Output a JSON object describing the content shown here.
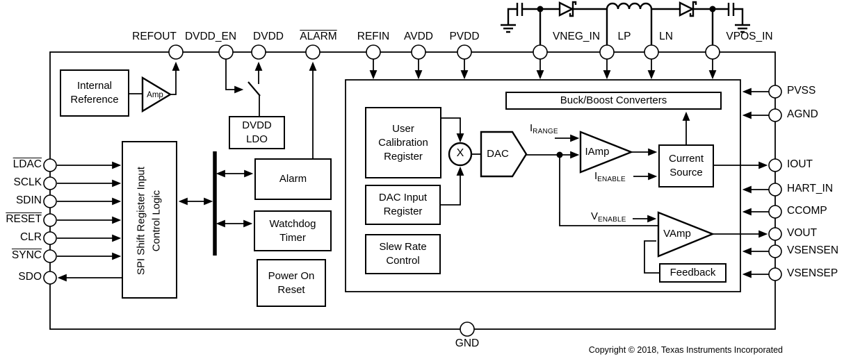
{
  "meta": {
    "copyright": "Copyright © 2018, Texas Instruments Incorporated"
  },
  "colors": {
    "line": "#000000",
    "background": "#ffffff"
  },
  "pins": {
    "top": [
      {
        "label": "REFOUT",
        "overline": false,
        "direction": "out"
      },
      {
        "label": "DVDD_EN",
        "overline": false,
        "direction": "in"
      },
      {
        "label": "DVDD",
        "overline": false,
        "direction": "out"
      },
      {
        "label": "ALARM",
        "overline": true,
        "direction": "out"
      },
      {
        "label": "REFIN",
        "overline": false,
        "direction": "in"
      },
      {
        "label": "AVDD",
        "overline": false,
        "direction": "in"
      },
      {
        "label": "PVDD",
        "overline": false,
        "direction": "in"
      },
      {
        "label": "VNEG_IN",
        "overline": false,
        "direction": "in"
      },
      {
        "label": "LP",
        "overline": false,
        "direction": "in"
      },
      {
        "label": "LN",
        "overline": false,
        "direction": "in"
      },
      {
        "label": "VPOS_IN",
        "overline": false,
        "direction": "in"
      }
    ],
    "left": [
      {
        "label": "LDAC",
        "overline": true,
        "direction": "in"
      },
      {
        "label": "SCLK",
        "overline": false,
        "direction": "in"
      },
      {
        "label": "SDIN",
        "overline": false,
        "direction": "in"
      },
      {
        "label": "RESET",
        "overline": true,
        "direction": "in"
      },
      {
        "label": "CLR",
        "overline": false,
        "direction": "in"
      },
      {
        "label": "SYNC",
        "overline": true,
        "direction": "in"
      },
      {
        "label": "SDO",
        "overline": false,
        "direction": "out"
      }
    ],
    "right": [
      {
        "label": "PVSS",
        "direction": "in"
      },
      {
        "label": "AGND",
        "direction": "in"
      },
      {
        "label": "IOUT",
        "direction": "out"
      },
      {
        "label": "HART_IN",
        "direction": "in"
      },
      {
        "label": "CCOMP",
        "direction": "in"
      },
      {
        "label": "VOUT",
        "direction": "out"
      },
      {
        "label": "VSENSEN",
        "direction": "in"
      },
      {
        "label": "VSENSEP",
        "direction": "in"
      }
    ],
    "bottom": [
      {
        "label": "GND"
      }
    ]
  },
  "blocks": {
    "internal_reference": "Internal\nReference",
    "amp": "Amp",
    "dvdd_ldo": "DVDD\nLDO",
    "spi_line1": "SPI Shift Register Input",
    "spi_line2": "Control Logic",
    "alarm": "Alarm",
    "watchdog": "Watchdog\nTimer",
    "power_on_reset": "Power On\nReset",
    "user_calibration": "User\nCalibration\nRegister",
    "dac_input": "DAC Input\nRegister",
    "slew_rate": "Slew Rate\nControl",
    "multiplier": "X",
    "dac": "DAC",
    "buck_boost": "Buck/Boost Converters",
    "iamp": "IAmp",
    "current_source": "Current\nSource",
    "vamp": "VAmp",
    "feedback": "Feedback"
  },
  "signals": {
    "irange": {
      "base": "I",
      "sub": "RANGE"
    },
    "ienable": {
      "base": "I",
      "sub": "ENABLE"
    },
    "venable": {
      "base": "V",
      "sub": "ENABLE"
    }
  }
}
